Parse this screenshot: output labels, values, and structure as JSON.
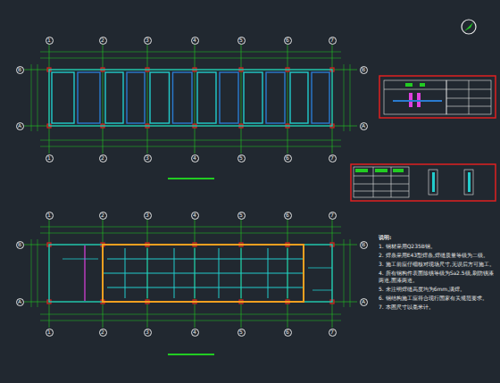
{
  "diagram": {
    "nodes": [
      {
        "text": [
          "1"
        ]
      },
      {
        "text": [
          "2"
        ]
      },
      {
        "text": [
          "3"
        ]
      },
      {
        "text": [
          "4"
        ]
      },
      {
        "text": [
          "5"
        ]
      },
      {
        "text": [
          "6"
        ]
      },
      {
        "text": [
          "7"
        ]
      },
      {
        "text": [
          "1"
        ]
      },
      {
        "text": [
          "2"
        ]
      },
      {
        "text": [
          "3"
        ]
      },
      {
        "text": [
          "4"
        ]
      },
      {
        "text": [
          "5"
        ]
      },
      {
        "text": [
          "6"
        ]
      },
      {
        "text": [
          "7"
        ]
      },
      {
        "text": [
          "B"
        ]
      },
      {
        "text": [
          "A"
        ]
      },
      {
        "text": [
          "B"
        ]
      },
      {
        "text": [
          "A"
        ]
      },
      {
        "text": [
          "1"
        ]
      },
      {
        "text": [
          "2"
        ]
      },
      {
        "text": [
          "3"
        ]
      },
      {
        "text": [
          "4"
        ]
      },
      {
        "text": [
          "5"
        ]
      },
      {
        "text": [
          "6"
        ]
      },
      {
        "text": [
          "7"
        ]
      },
      {
        "text": [
          "1"
        ]
      },
      {
        "text": [
          "2"
        ]
      },
      {
        "text": [
          "3"
        ]
      },
      {
        "text": [
          "4"
        ]
      },
      {
        "text": [
          "5"
        ]
      },
      {
        "text": [
          "6"
        ]
      },
      {
        "text": [
          "7"
        ]
      },
      {
        "text": [
          "B"
        ]
      },
      {
        "text": [
          "A"
        ]
      },
      {
        "text": [
          "B"
        ]
      },
      {
        "text": [
          "A"
        ]
      }
    ],
    "labels": [
      "说明:",
      "1. 钢材采用Q235B钢。",
      "2. 焊条采用E43型焊条,焊缝质量等级为二级。",
      "3. 施工前应仔细核对现场尺寸,无误后方可施工。",
      "4. 所有钢构件表面除锈等级为Sa2.5级,刷防锈漆两道,面漆两道。",
      "5. 未注明焊缝高度均为6mm,满焊。",
      "6. 钢结构施工应符合现行国家有关规范要求。",
      "7. 本图尺寸以毫米计。"
    ]
  }
}
